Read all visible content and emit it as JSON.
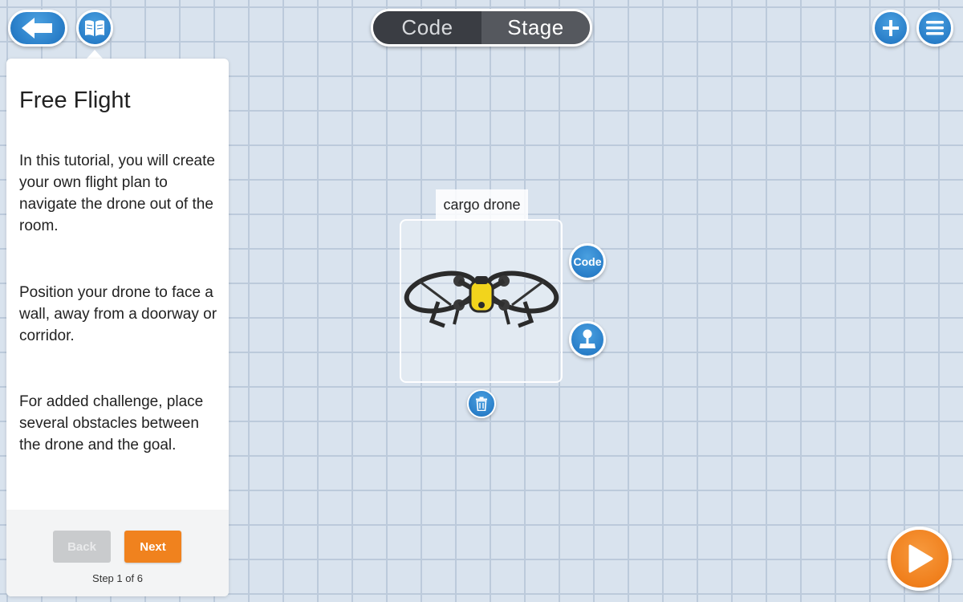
{
  "header": {
    "segment": {
      "code_label": "Code",
      "stage_label": "Stage",
      "selected": "Stage"
    },
    "icons": {
      "back": "arrow-left-icon",
      "book": "book-icon",
      "add": "plus-icon",
      "menu": "hamburger-menu-icon"
    }
  },
  "tutorial": {
    "title": "Free Flight",
    "paragraphs": [
      "In this tutorial, you will create your own flight plan to navigate the drone out of the room.",
      "Position your drone to face a wall, away from a doorway or corridor.",
      "For added challenge, place several obstacles between the drone and the goal."
    ],
    "back_label": "Back",
    "next_label": "Next",
    "step_text": "Step 1 of 6"
  },
  "stage": {
    "drone_label": "cargo drone",
    "code_badge_label": "Code",
    "icons": {
      "joystick": "joystick-icon",
      "trash": "trash-icon",
      "play": "play-icon"
    }
  },
  "colors": {
    "accent_blue": "#2a7fc9",
    "accent_orange": "#f0821e",
    "grid_background": "#d9e3ee",
    "drone_yellow": "#f2d41c"
  }
}
